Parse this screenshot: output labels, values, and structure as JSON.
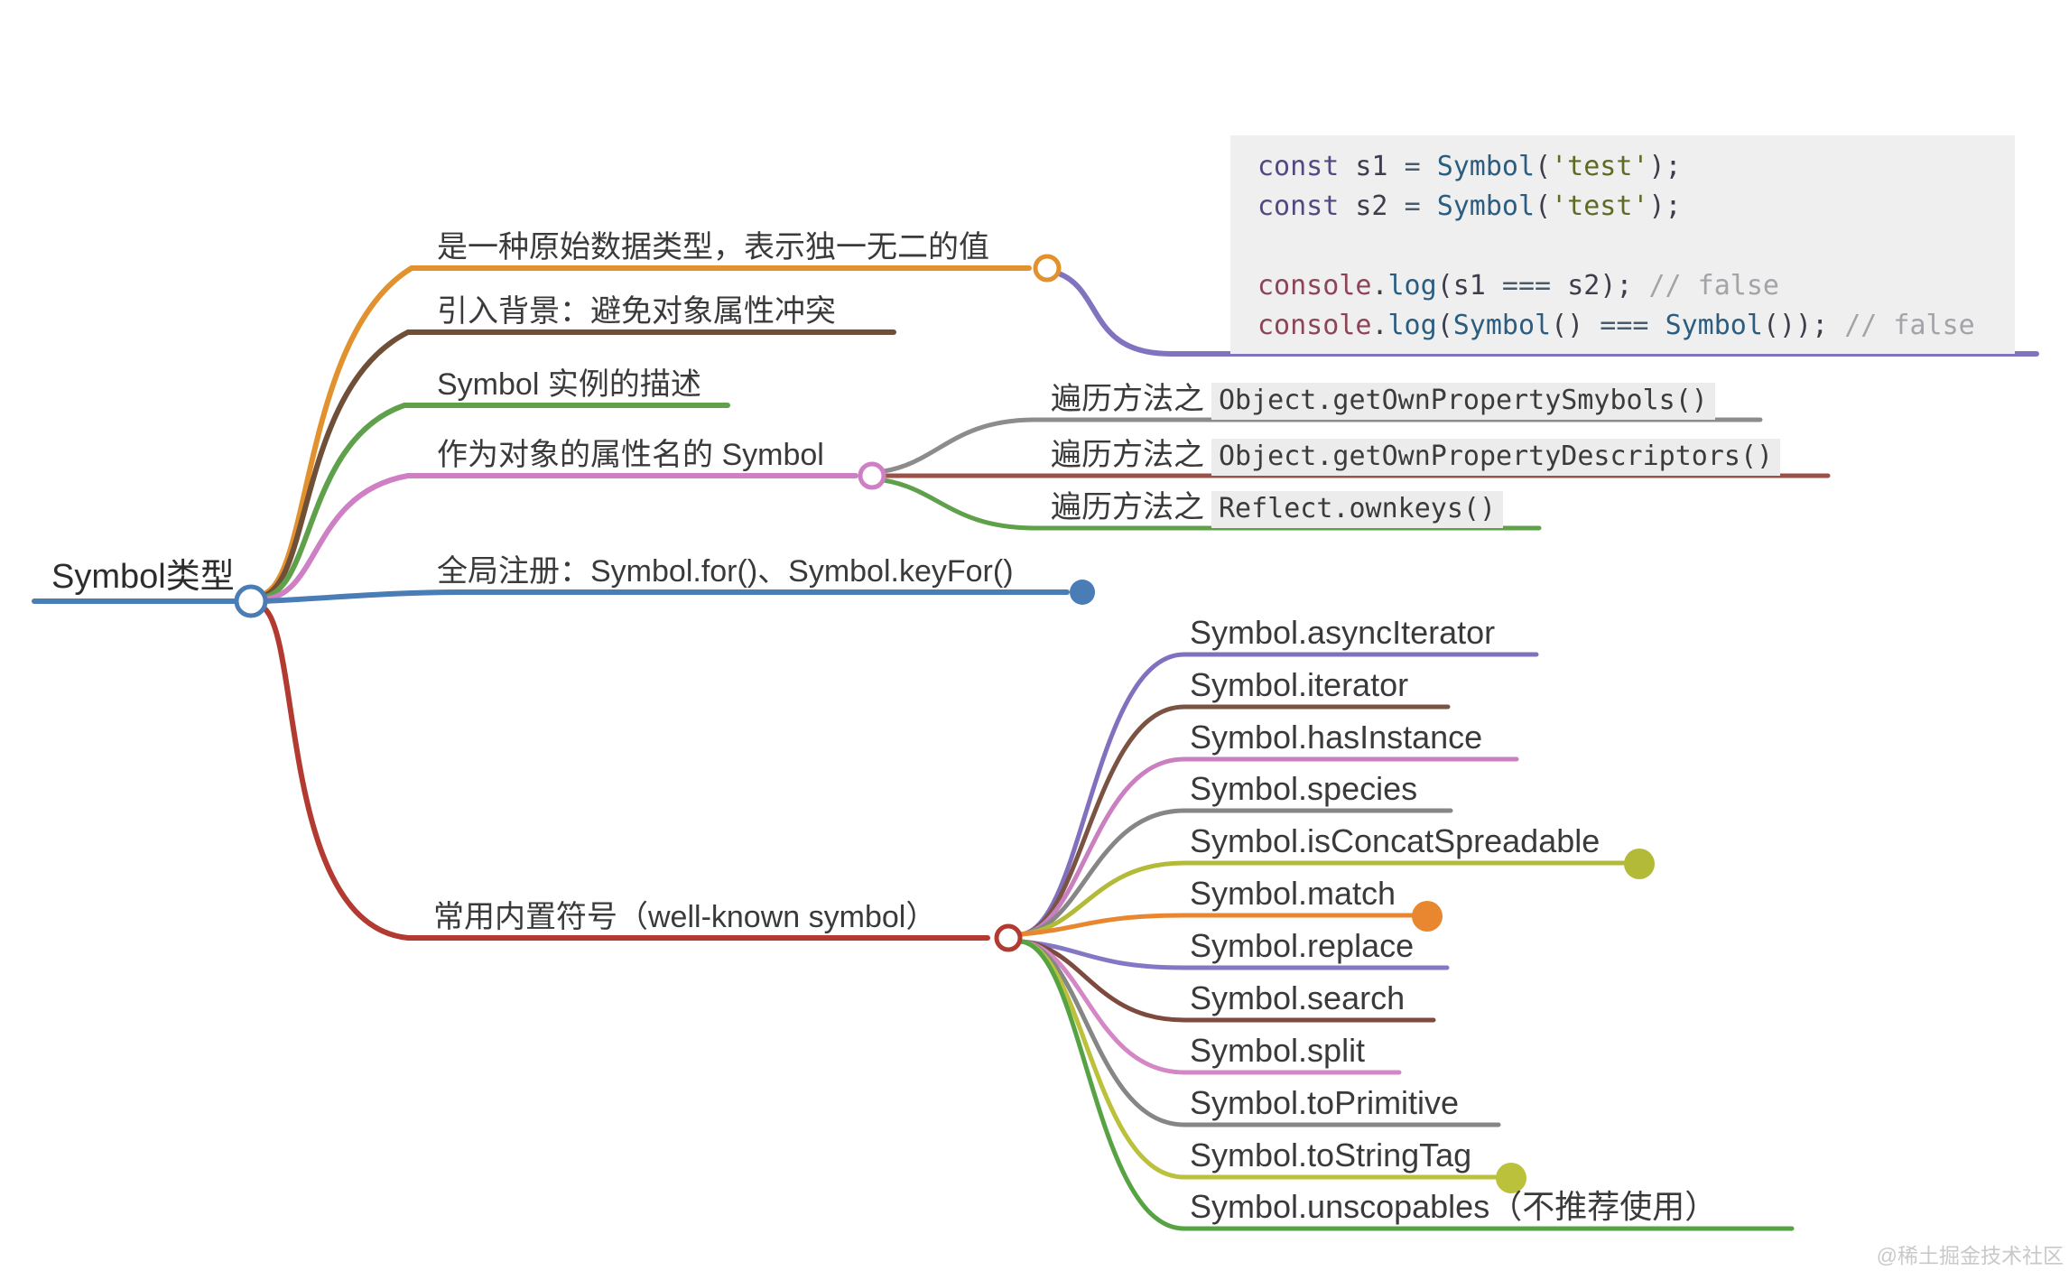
{
  "root": {
    "label": "Symbol类型",
    "color": "#4a7cb5"
  },
  "branches": [
    {
      "label": "是一种原始数据类型，表示独一无二的值",
      "color": "#e2912f"
    },
    {
      "label": "引入背景：避免对象属性冲突",
      "color": "#6f4f38"
    },
    {
      "label": "Symbol 实例的描述",
      "color": "#5fa04a"
    },
    {
      "label": "作为对象的属性名的 Symbol",
      "color": "#cf7fc4"
    },
    {
      "label": "全局注册：Symbol.for()、Symbol.keyFor()",
      "color": "#4a7cb5"
    },
    {
      "label": "常用内置符号（well-known symbol）",
      "color": "#b23a30"
    }
  ],
  "code": {
    "bg": "#efefef",
    "branch_color": "#8273c0",
    "token_colors": {
      "kw": "#514a82",
      "pl": "#3d3d4c",
      "op": "#4a5a68",
      "fn": "#2b5d80",
      "st": "#5e6b24",
      "ob": "#8e4458",
      "pu": "#3d3d4c",
      "cm": "#a3a3a8"
    },
    "lines": [
      [
        {
          "t": "const",
          "c": "kw"
        },
        {
          "t": " s1 ",
          "c": "pl"
        },
        {
          "t": "= ",
          "c": "op"
        },
        {
          "t": "Symbol",
          "c": "fn"
        },
        {
          "t": "(",
          "c": "pu"
        },
        {
          "t": "'test'",
          "c": "st"
        },
        {
          "t": ");",
          "c": "pu"
        }
      ],
      [
        {
          "t": "const",
          "c": "kw"
        },
        {
          "t": " s2 ",
          "c": "pl"
        },
        {
          "t": "= ",
          "c": "op"
        },
        {
          "t": "Symbol",
          "c": "fn"
        },
        {
          "t": "(",
          "c": "pu"
        },
        {
          "t": "'test'",
          "c": "st"
        },
        {
          "t": ");",
          "c": "pu"
        }
      ],
      [],
      [
        {
          "t": "console",
          "c": "ob"
        },
        {
          "t": ".",
          "c": "pu"
        },
        {
          "t": "log",
          "c": "fn"
        },
        {
          "t": "(",
          "c": "pu"
        },
        {
          "t": "s1",
          "c": "pl"
        },
        {
          "t": " === ",
          "c": "op"
        },
        {
          "t": "s2",
          "c": "pl"
        },
        {
          "t": ");",
          "c": "pu"
        },
        {
          "t": " // false",
          "c": "cm"
        }
      ],
      [
        {
          "t": "console",
          "c": "ob"
        },
        {
          "t": ".",
          "c": "pu"
        },
        {
          "t": "log",
          "c": "fn"
        },
        {
          "t": "(",
          "c": "pu"
        },
        {
          "t": "Symbol",
          "c": "fn"
        },
        {
          "t": "()",
          "c": "pu"
        },
        {
          "t": " === ",
          "c": "op"
        },
        {
          "t": "Symbol",
          "c": "fn"
        },
        {
          "t": "());",
          "c": "pu"
        },
        {
          "t": " // false",
          "c": "cm"
        }
      ]
    ]
  },
  "iteration": {
    "items": [
      {
        "prefix": "遍历方法之",
        "code": "Object.getOwnPropertySmybols()",
        "color": "#8c8c8c"
      },
      {
        "prefix": "遍历方法之",
        "code": "Object.getOwnPropertyDescriptors()",
        "color": "#9a5248"
      },
      {
        "prefix": "遍历方法之",
        "code": "Reflect.ownkeys()",
        "color": "#5fa04a"
      }
    ]
  },
  "well_known": {
    "items": [
      {
        "label": "Symbol.asyncIterator",
        "color": "#8070bd",
        "dot": false
      },
      {
        "label": "Symbol.iterator",
        "color": "#7b5343",
        "dot": false
      },
      {
        "label": "Symbol.hasInstance",
        "color": "#ca7fc0",
        "dot": false
      },
      {
        "label": "Symbol.species",
        "color": "#868686",
        "dot": false
      },
      {
        "label": "Symbol.isConcatSpreadable",
        "color": "#b3ba38",
        "dot": true
      },
      {
        "label": "Symbol.match",
        "color": "#e8872f",
        "dot": true
      },
      {
        "label": "Symbol.replace",
        "color": "#8278c5",
        "dot": false
      },
      {
        "label": "Symbol.search",
        "color": "#7e4a3e",
        "dot": false
      },
      {
        "label": "Symbol.split",
        "color": "#d487c4",
        "dot": false
      },
      {
        "label": "Symbol.toPrimitive",
        "color": "#868686",
        "dot": false
      },
      {
        "label": "Symbol.toStringTag",
        "color": "#bcc13b",
        "dot": true
      },
      {
        "label": "Symbol.unscopables（不推荐使用）",
        "color": "#57a344",
        "dot": false
      }
    ]
  },
  "watermark": {
    "label": "@稀土掘金技术社区"
  }
}
